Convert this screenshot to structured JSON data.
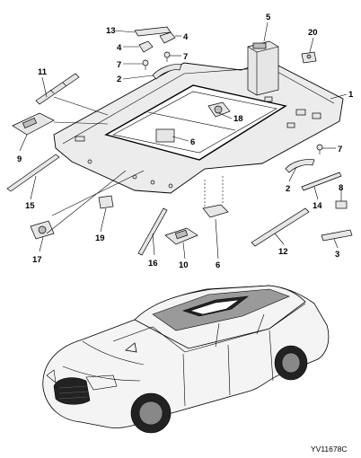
{
  "callouts": {
    "c1": "1",
    "c2a": "2",
    "c2b": "2",
    "c3": "3",
    "c4a": "4",
    "c4b": "4",
    "c5": "5",
    "c6a": "6",
    "c6b": "6",
    "c7a": "7",
    "c7b": "7",
    "c7c": "7",
    "c8": "8",
    "c9": "9",
    "c10": "10",
    "c11": "11",
    "c12": "12",
    "c13": "13",
    "c14": "14",
    "c15": "15",
    "c16": "16",
    "c17": "17",
    "c18": "18",
    "c19": "19",
    "c20": "20"
  },
  "figure_code": "YV11678C"
}
